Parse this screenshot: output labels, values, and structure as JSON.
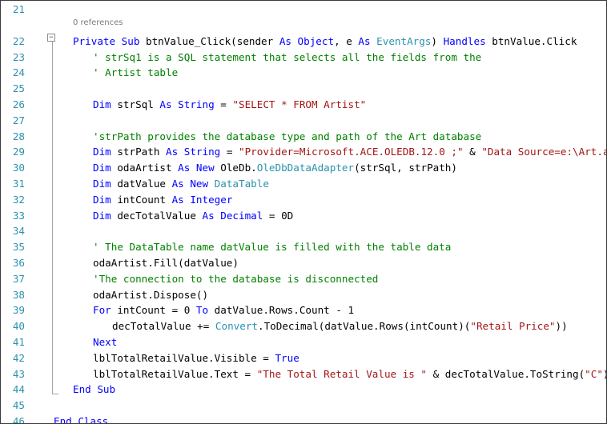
{
  "codelens": {
    "text": "0 references",
    "above_line": "22"
  },
  "collapse": {
    "symbol": "−"
  },
  "lines": [
    {
      "n": "21",
      "tokens": []
    },
    {
      "n": "22",
      "indent": 1,
      "tokens": [
        {
          "t": "kw",
          "v": "Private Sub "
        },
        {
          "t": "plain",
          "v": "btnValue_Click(sender "
        },
        {
          "t": "kw",
          "v": "As Object"
        },
        {
          "t": "plain",
          "v": ", e "
        },
        {
          "t": "kw",
          "v": "As "
        },
        {
          "t": "typ",
          "v": "EventArgs"
        },
        {
          "t": "plain",
          "v": ") "
        },
        {
          "t": "kw",
          "v": "Handles "
        },
        {
          "t": "plain",
          "v": "btnValue.Click"
        }
      ]
    },
    {
      "n": "23",
      "indent": 2,
      "tokens": [
        {
          "t": "cmt",
          "v": "' strSq1 is a SQL statement that selects all the fields from the"
        }
      ]
    },
    {
      "n": "24",
      "indent": 2,
      "tokens": [
        {
          "t": "cmt",
          "v": "' Artist table"
        }
      ]
    },
    {
      "n": "25",
      "tokens": []
    },
    {
      "n": "26",
      "indent": 2,
      "tokens": [
        {
          "t": "kw",
          "v": "Dim "
        },
        {
          "t": "plain",
          "v": "strSql "
        },
        {
          "t": "kw",
          "v": "As String"
        },
        {
          "t": "plain",
          "v": " = "
        },
        {
          "t": "str",
          "v": "\"SELECT * FROM Artist\""
        }
      ]
    },
    {
      "n": "27",
      "tokens": []
    },
    {
      "n": "28",
      "indent": 2,
      "tokens": [
        {
          "t": "cmt",
          "v": "'strPath provides the database type and path of the Art database"
        }
      ]
    },
    {
      "n": "29",
      "indent": 2,
      "tokens": [
        {
          "t": "kw",
          "v": "Dim "
        },
        {
          "t": "plain",
          "v": "strPath "
        },
        {
          "t": "kw",
          "v": "As String"
        },
        {
          "t": "plain",
          "v": " = "
        },
        {
          "t": "str",
          "v": "\"Provider=Microsoft.ACE.OLEDB.12.0 ;\""
        },
        {
          "t": "plain",
          "v": " & "
        },
        {
          "t": "str",
          "v": "\"Data Source=e:\\Art.accdb\""
        }
      ]
    },
    {
      "n": "30",
      "indent": 2,
      "tokens": [
        {
          "t": "kw",
          "v": "Dim "
        },
        {
          "t": "plain",
          "v": "odaArtist "
        },
        {
          "t": "kw",
          "v": "As New "
        },
        {
          "t": "plain",
          "v": "OleDb."
        },
        {
          "t": "typ",
          "v": "OleDbDataAdapter"
        },
        {
          "t": "plain",
          "v": "(strSql, strPath)"
        }
      ]
    },
    {
      "n": "31",
      "indent": 2,
      "tokens": [
        {
          "t": "kw",
          "v": "Dim "
        },
        {
          "t": "plain",
          "v": "datValue "
        },
        {
          "t": "kw",
          "v": "As New "
        },
        {
          "t": "typ",
          "v": "DataTable"
        }
      ]
    },
    {
      "n": "32",
      "indent": 2,
      "tokens": [
        {
          "t": "kw",
          "v": "Dim "
        },
        {
          "t": "plain",
          "v": "intCount "
        },
        {
          "t": "kw",
          "v": "As Integer"
        }
      ]
    },
    {
      "n": "33",
      "indent": 2,
      "tokens": [
        {
          "t": "kw",
          "v": "Dim "
        },
        {
          "t": "plain",
          "v": "decTotalValue "
        },
        {
          "t": "kw",
          "v": "As Decimal"
        },
        {
          "t": "plain",
          "v": " = 0D"
        }
      ]
    },
    {
      "n": "34",
      "tokens": []
    },
    {
      "n": "35",
      "indent": 2,
      "tokens": [
        {
          "t": "cmt",
          "v": "' The DataTable name datValue is filled with the table data"
        }
      ]
    },
    {
      "n": "36",
      "indent": 2,
      "tokens": [
        {
          "t": "plain",
          "v": "odaArtist.Fill(datValue)"
        }
      ]
    },
    {
      "n": "37",
      "indent": 2,
      "tokens": [
        {
          "t": "cmt",
          "v": "'The connection to the database is disconnected"
        }
      ]
    },
    {
      "n": "38",
      "indent": 2,
      "tokens": [
        {
          "t": "plain",
          "v": "odaArtist.Dispose()"
        }
      ]
    },
    {
      "n": "39",
      "indent": 2,
      "tokens": [
        {
          "t": "kw",
          "v": "For "
        },
        {
          "t": "plain",
          "v": "intCount = 0 "
        },
        {
          "t": "kw",
          "v": "To "
        },
        {
          "t": "plain",
          "v": "datValue.Rows.Count - 1"
        }
      ]
    },
    {
      "n": "40",
      "indent": 3,
      "tokens": [
        {
          "t": "plain",
          "v": "decTotalValue += "
        },
        {
          "t": "typ",
          "v": "Convert"
        },
        {
          "t": "plain",
          "v": ".ToDecimal(datValue.Rows(intCount)("
        },
        {
          "t": "str",
          "v": "\"Retail Price\""
        },
        {
          "t": "plain",
          "v": "))"
        }
      ]
    },
    {
      "n": "41",
      "indent": 2,
      "tokens": [
        {
          "t": "kw",
          "v": "Next"
        }
      ]
    },
    {
      "n": "42",
      "indent": 2,
      "tokens": [
        {
          "t": "plain",
          "v": "lblTotalRetailValue.Visible = "
        },
        {
          "t": "kw",
          "v": "True"
        }
      ]
    },
    {
      "n": "43",
      "indent": 2,
      "tokens": [
        {
          "t": "plain",
          "v": "lblTotalRetailValue.Text = "
        },
        {
          "t": "str",
          "v": "\"The Total Retail Value is \""
        },
        {
          "t": "plain",
          "v": " & decTotalValue.ToString("
        },
        {
          "t": "str",
          "v": "\"C\""
        },
        {
          "t": "plain",
          "v": ")"
        }
      ]
    },
    {
      "n": "44",
      "indent": 1,
      "tokens": [
        {
          "t": "kw",
          "v": "End Sub"
        }
      ]
    },
    {
      "n": "45",
      "tokens": []
    },
    {
      "n": "46",
      "indent": 0,
      "tokens": [
        {
          "t": "kw",
          "v": "End Class"
        }
      ]
    }
  ]
}
